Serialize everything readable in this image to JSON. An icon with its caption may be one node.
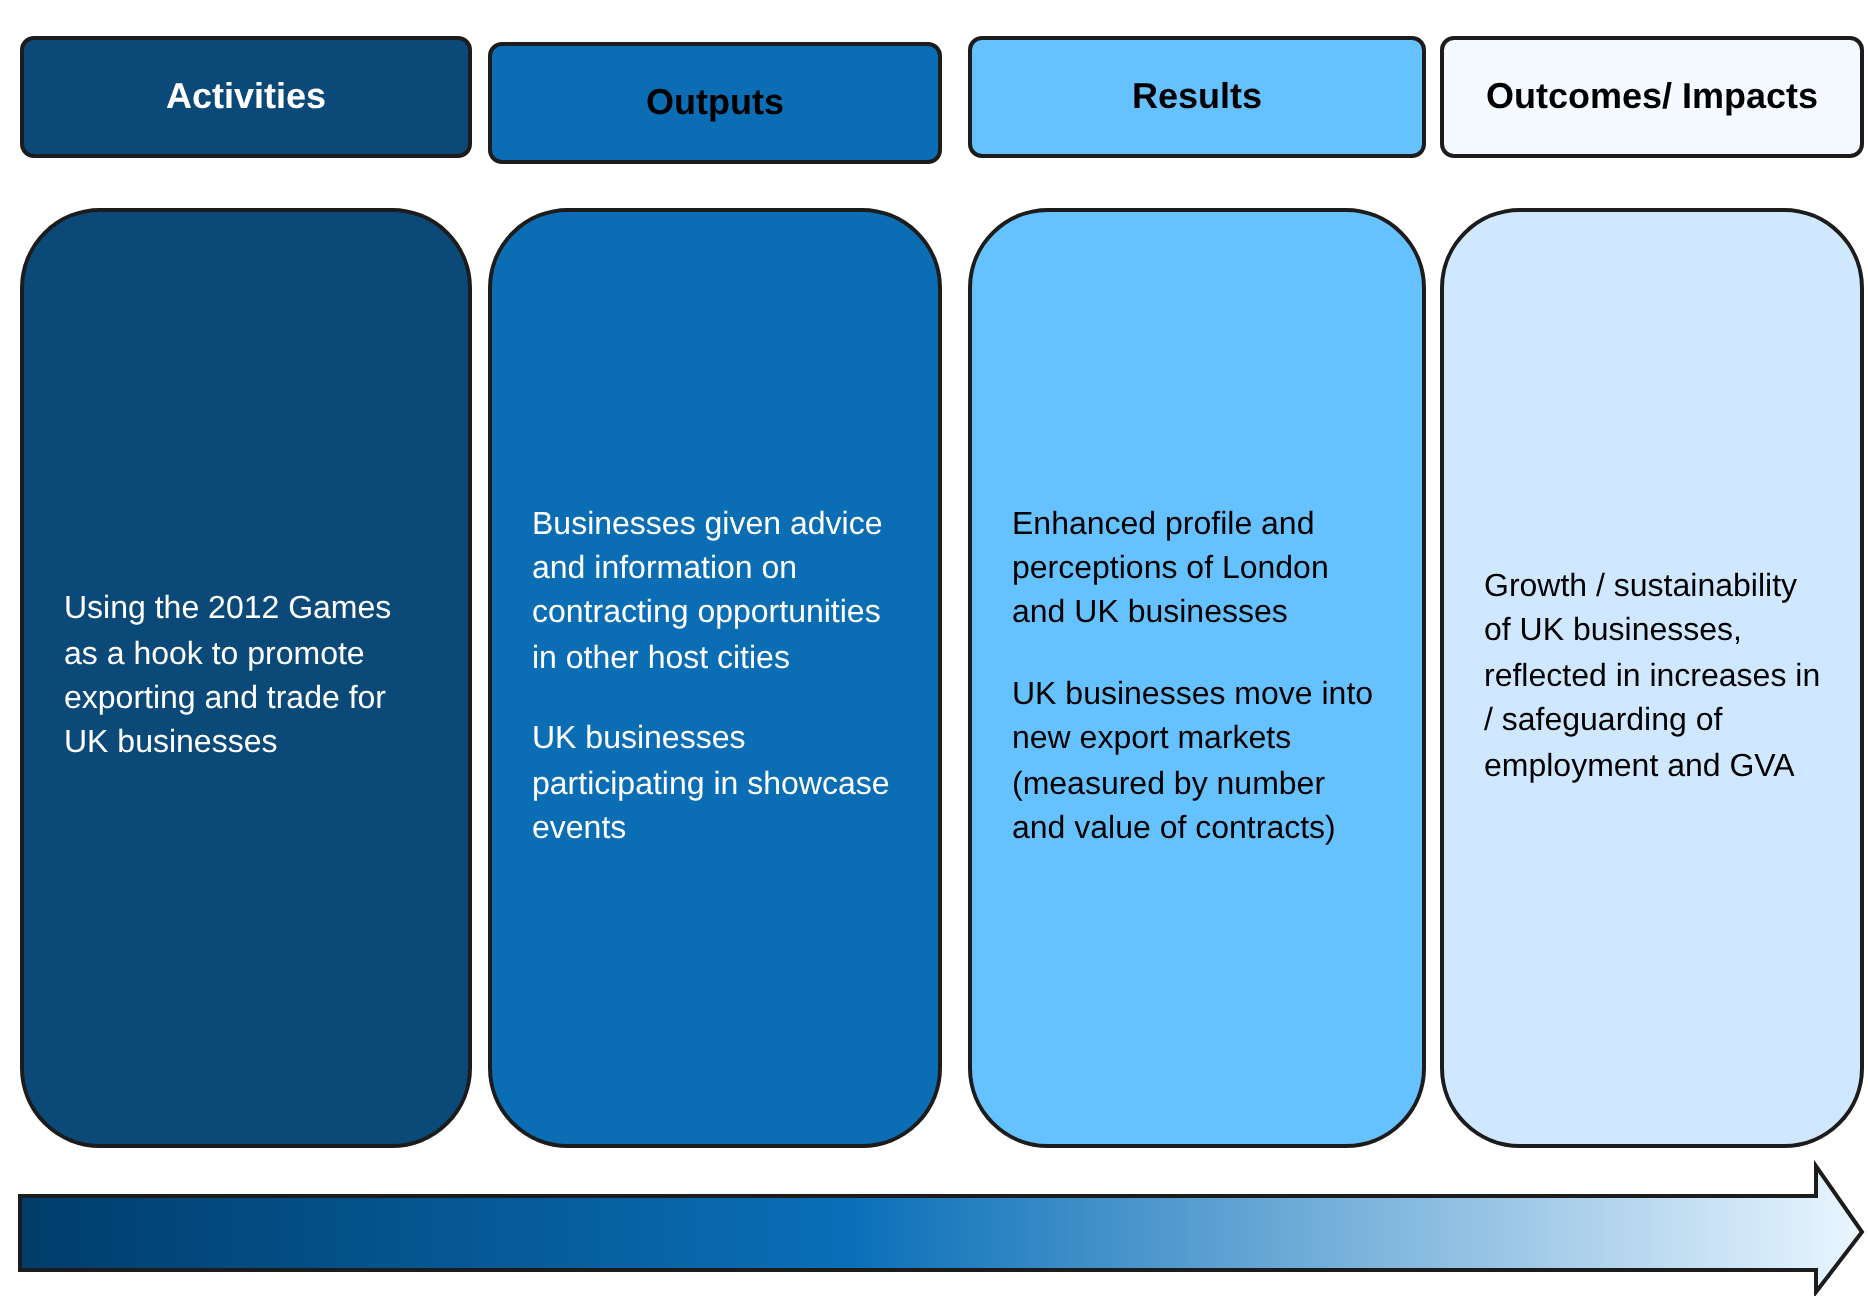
{
  "diagram": {
    "nodes": [
      {
        "text": [
          "Activities"
        ]
      },
      {
        "text": [
          "Outputs"
        ]
      },
      {
        "text": [
          "Results"
        ]
      },
      {
        "text": [
          "Outcomes/ Impacts"
        ]
      },
      {
        "text": [
          "Using the 2012 Games as a hook to promote exporting and trade for UK businesses"
        ]
      },
      {
        "text": [
          "Businesses given advice and information on contracting opportunities in other host cities",
          "UK businesses participating in showcase events"
        ]
      },
      {
        "text": [
          "Enhanced profile and perceptions of London and UK businesses",
          "UK businesses move into new export markets (measured by number and value of contracts)"
        ]
      },
      {
        "text": [
          "Growth / sustainability of UK businesses, reflected in increases in / safeguarding of employment and GVA"
        ]
      }
    ]
  }
}
